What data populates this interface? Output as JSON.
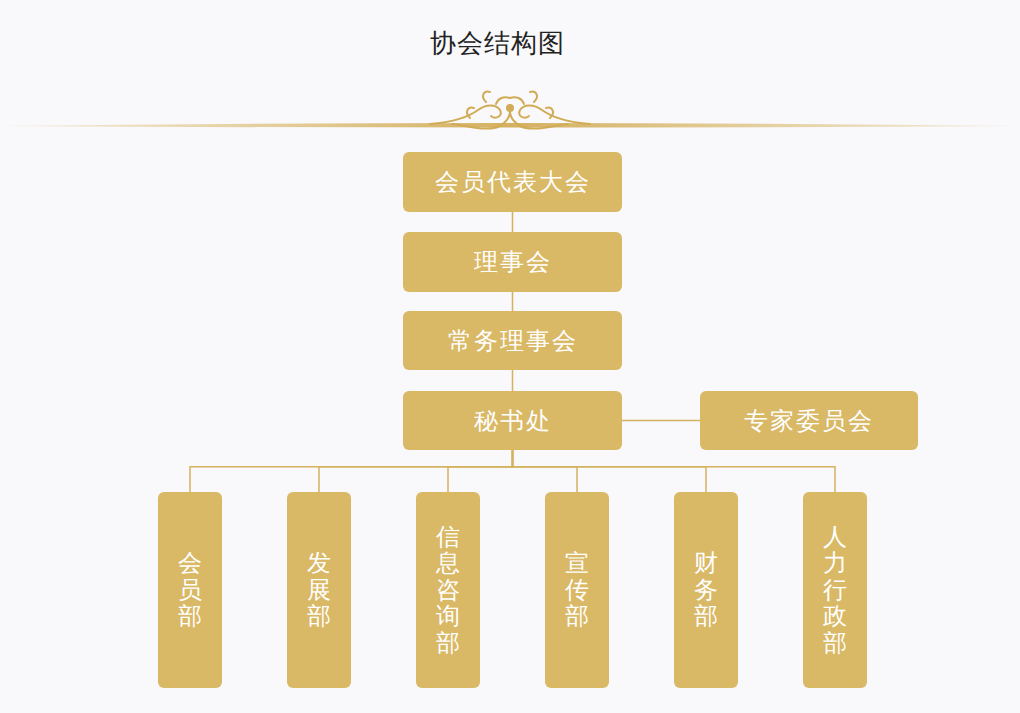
{
  "diagram": {
    "title": "协会结构图",
    "nodes": [
      {
        "text": [
          "会员代表大会"
        ]
      },
      {
        "text": [
          "理事会"
        ]
      },
      {
        "text": [
          "常务理事会"
        ]
      },
      {
        "text": [
          "秘书处"
        ]
      },
      {
        "text": [
          "专家委员会"
        ]
      },
      {
        "text": [
          "会员部"
        ]
      },
      {
        "text": [
          "发展部"
        ]
      },
      {
        "text": [
          "信息咨询部"
        ]
      },
      {
        "text": [
          "宣传部"
        ]
      },
      {
        "text": [
          "财务部"
        ]
      },
      {
        "text": [
          "人力行政部"
        ]
      }
    ],
    "edges": [
      {
        "from": 0,
        "to": 1,
        "arrow": "none"
      },
      {
        "from": 1,
        "to": 2,
        "arrow": "none"
      },
      {
        "from": 2,
        "to": 3,
        "arrow": "none"
      },
      {
        "from": 3,
        "to": 4,
        "arrow": "none"
      },
      {
        "from": 3,
        "to": 5,
        "arrow": "none"
      },
      {
        "from": 3,
        "to": 6,
        "arrow": "none"
      },
      {
        "from": 3,
        "to": 7,
        "arrow": "none"
      },
      {
        "from": 3,
        "to": 8,
        "arrow": "none"
      },
      {
        "from": 3,
        "to": 9,
        "arrow": "none"
      },
      {
        "from": 3,
        "to": 10,
        "arrow": "none"
      }
    ]
  }
}
